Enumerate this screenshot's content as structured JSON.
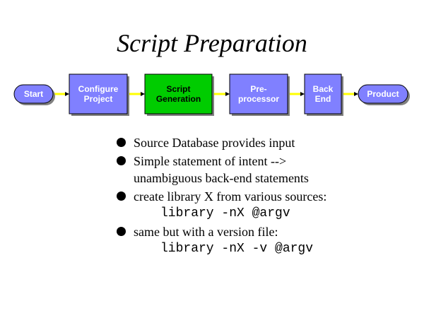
{
  "title": "Script Preparation",
  "colors": {
    "node_fill": "#8080ff",
    "active_fill": "#00cc00",
    "arrow": "#ffff00",
    "shadow": "#808080",
    "node_text": "#ffffff",
    "active_text": "#000000"
  },
  "flow": {
    "nodes": [
      {
        "id": "start",
        "shape": "terminal",
        "lines": [
          "Start"
        ]
      },
      {
        "id": "configure",
        "shape": "box",
        "lines": [
          "Configure",
          "Project"
        ]
      },
      {
        "id": "script-generation",
        "shape": "box",
        "active": true,
        "lines": [
          "Script",
          "Generation"
        ]
      },
      {
        "id": "pre-processor",
        "shape": "box",
        "lines": [
          "Pre-",
          "processor"
        ]
      },
      {
        "id": "back-end",
        "shape": "box",
        "lines": [
          "Back",
          "End"
        ]
      },
      {
        "id": "product",
        "shape": "terminal",
        "lines": [
          "Product"
        ]
      }
    ]
  },
  "bullets": [
    {
      "text": "Source Database provides input"
    },
    {
      "text": "Simple statement of intent -->",
      "text2": "unambiguous back-end statements"
    },
    {
      "text": "create library X from various sources:",
      "code": "library -nX @argv"
    },
    {
      "text": "same but with a version file:",
      "code": "library -nX -v @argv"
    }
  ]
}
